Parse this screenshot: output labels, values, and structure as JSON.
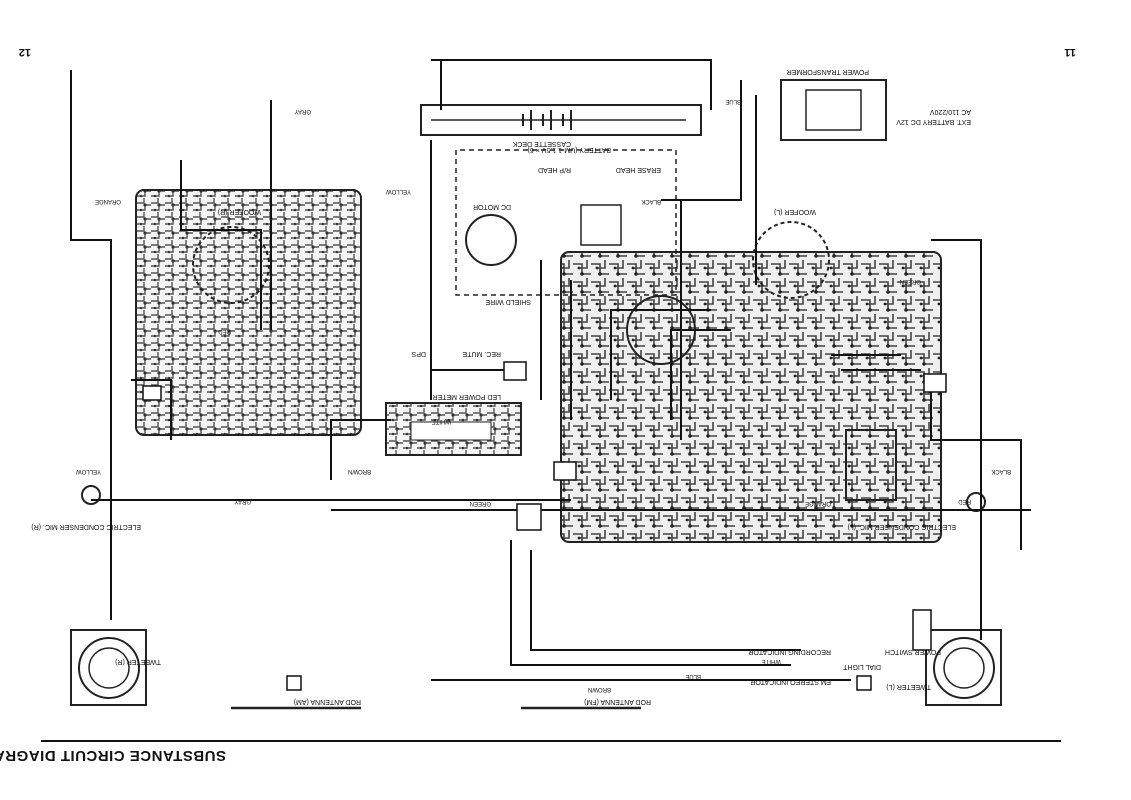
{
  "page": {
    "title": "SUBSTANCE CIRCUIT DIAGRAM",
    "page_left": "11",
    "page_right": "12"
  },
  "labels": {
    "battery": "BATTERY (UM-1 1.5V × 6)",
    "power_transformer": "POWER TRANSFORMER",
    "ext_battery": "EXT. BATTERY DC 12V",
    "ac_supply": "AC 110/220V",
    "cassette_deck": "CASSETTE DECK",
    "dc_motor": "DC MOTOR",
    "rp_head": "R/P HEAD",
    "erase_head": "ERASE HEAD",
    "woofer_l": "WOOFER (L)",
    "woofer_r": "WOOFER (R)",
    "tweeter_l": "TWEETER (L)",
    "tweeter_r": "TWEETER (R)",
    "mic_l": "ELECTRIC CONDENSER MIC. (L)",
    "mic_r": "ELECTRIC CONDENSER MIC. (R)",
    "led_meter": "LED POWER METER",
    "rec_mute": "REC. MUTE",
    "dps": "DPS",
    "shield_wire": "SHIELD WIRE",
    "rod_antenna_fm": "ROD ANTENNA (FM)",
    "rod_antenna_am": "ROD ANTENNA (AM)",
    "fm_stereo": "FM STEREO INDICATOR",
    "recording": "RECORDING INDICATOR",
    "dial_light": "DIAL LIGHT",
    "power_switch": "POWER SWITCH",
    "wire_colors": [
      "RED",
      "BLACK",
      "YELLOW",
      "GREEN",
      "ORANGE",
      "BLUE",
      "WHITE",
      "BROWN",
      "GRAY"
    ]
  }
}
